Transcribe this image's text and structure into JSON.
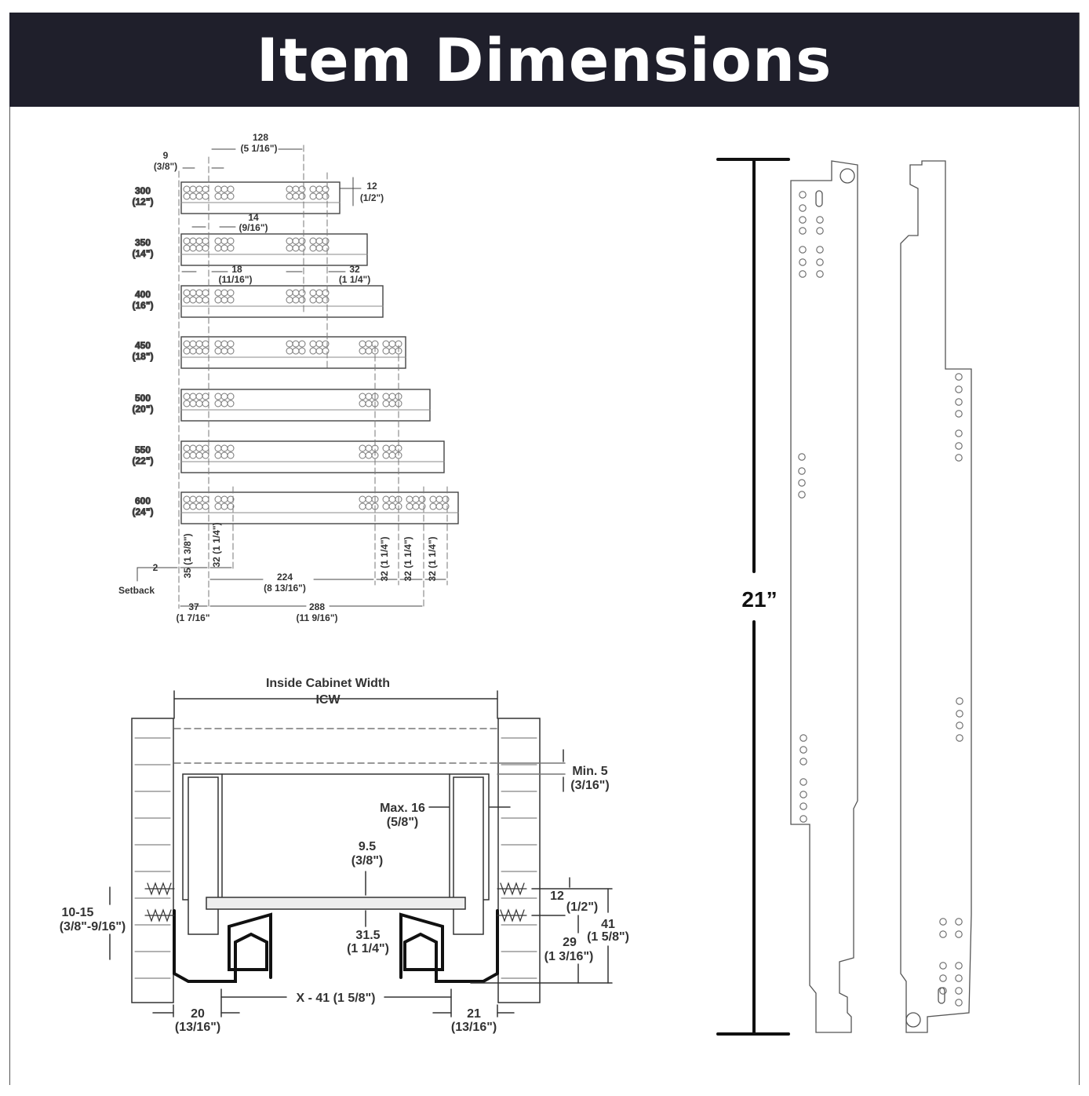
{
  "title": "Item Dimensions",
  "top_diagram": {
    "rows": [
      {
        "mm": "300",
        "in": "(12\")"
      },
      {
        "mm": "350",
        "in": "(14\")"
      },
      {
        "mm": "400",
        "in": "(16\")"
      },
      {
        "mm": "450",
        "in": "(18\")"
      },
      {
        "mm": "500",
        "in": "(20\")"
      },
      {
        "mm": "550",
        "in": "(22\")"
      },
      {
        "mm": "600",
        "in": "(24\")"
      }
    ],
    "dims": {
      "d128": "128",
      "d128_in": "(5 1/16\")",
      "d9": "9",
      "d9_in": "(3/8\")",
      "d12": "12",
      "d12_in": "(1/2\")",
      "d14": "14",
      "d14_in": "(9/16\")",
      "d18": "18",
      "d18_in": "(11/16\")",
      "d32": "32",
      "d32_in": "(1 1/4\")",
      "d35": "35 (1 3/8\")",
      "d32v": "32 (1 1/4\")",
      "d2": "2",
      "setback": "Setback",
      "d224": "224",
      "d224_in": "(8 13/16\")",
      "d37": "37",
      "d37_in": "(1 7/16\"",
      "d288": "288",
      "d288_in": "(11 9/16\")"
    }
  },
  "bottom_diagram": {
    "icw_label": "Inside Cabinet Width",
    "icw": "ICW",
    "min5": "Min. 5",
    "min5_in": "(3/16\")",
    "max16": "Max. 16",
    "max16_in": "(5/8\")",
    "d95": "9.5",
    "d95_in": "(3/8\")",
    "d12": "12",
    "d12_in": "(1/2\")",
    "d41": "41",
    "d41_in": "(1 5/8\")",
    "d29": "29",
    "d29_in": "(1 3/16\")",
    "d315": "31.5",
    "d315_in": "(1 1/4\")",
    "d1015": "10-15",
    "d1015_in": "(3/8\"-9/16\")",
    "x41": "X - 41 (1 5/8\")",
    "d20": "20",
    "d20_in": "(13/16\")",
    "d21": "21",
    "d21_in": "(13/16\")"
  },
  "length_label": "21”"
}
